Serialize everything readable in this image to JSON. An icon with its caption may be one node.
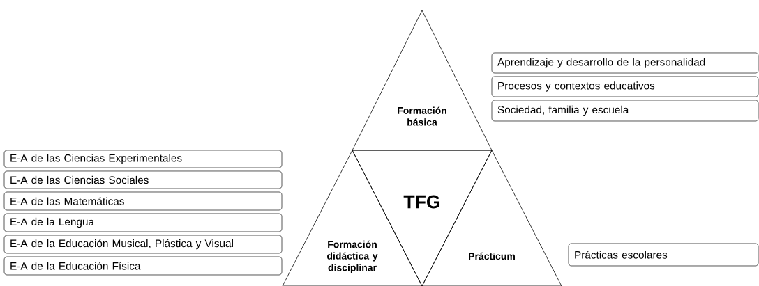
{
  "diagram": {
    "nodes": [
      {
        "text": [
          "Formación básica"
        ]
      },
      {
        "text": [
          "Aprendizaje y desarrollo de la personalidad"
        ]
      },
      {
        "text": [
          "Procesos y contextos educativos"
        ]
      },
      {
        "text": [
          "Sociedad, familia y escuela"
        ]
      },
      {
        "text": [
          "E-A de las Ciencias Experimentales"
        ]
      },
      {
        "text": [
          "E-A de las Ciencias Sociales"
        ]
      },
      {
        "text": [
          "E-A de las Matemáticas"
        ]
      },
      {
        "text": [
          "E-A de la Lengua"
        ]
      },
      {
        "text": [
          "E-A de la Educación Musical, Plástica y Visual"
        ]
      },
      {
        "text": [
          "E-A de la Educación Física"
        ]
      },
      {
        "text": [
          "TFG"
        ]
      },
      {
        "text": [
          "Formación didáctica y disciplinar"
        ]
      },
      {
        "text": [
          "Prácticum"
        ]
      },
      {
        "text": [
          "Prácticas escolares"
        ]
      }
    ]
  }
}
